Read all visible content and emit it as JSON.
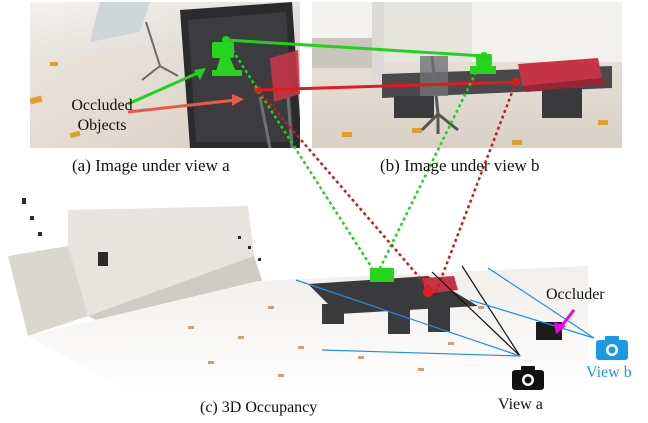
{
  "figure": {
    "caption_a": "(a) Image under view a",
    "caption_b": "(b) Image under view b",
    "caption_c": "(c) 3D Occupancy",
    "occluded_label_line1": "Occluded",
    "occluded_label_line2": "Objects",
    "occluder_label": "Occluder",
    "view_a_label": "View a",
    "view_b_label": "View b"
  },
  "colors": {
    "occluded_green": "#23d11c",
    "occluded_red": "#e51b1b",
    "occluder_magenta": "#ee00ee",
    "view_b_blue": "#1a9ae6",
    "frustum_line": "#1a8fe8",
    "camera_black": "#111111"
  },
  "icons": {
    "camera_a": "camera-icon",
    "camera_b": "camera-icon"
  }
}
